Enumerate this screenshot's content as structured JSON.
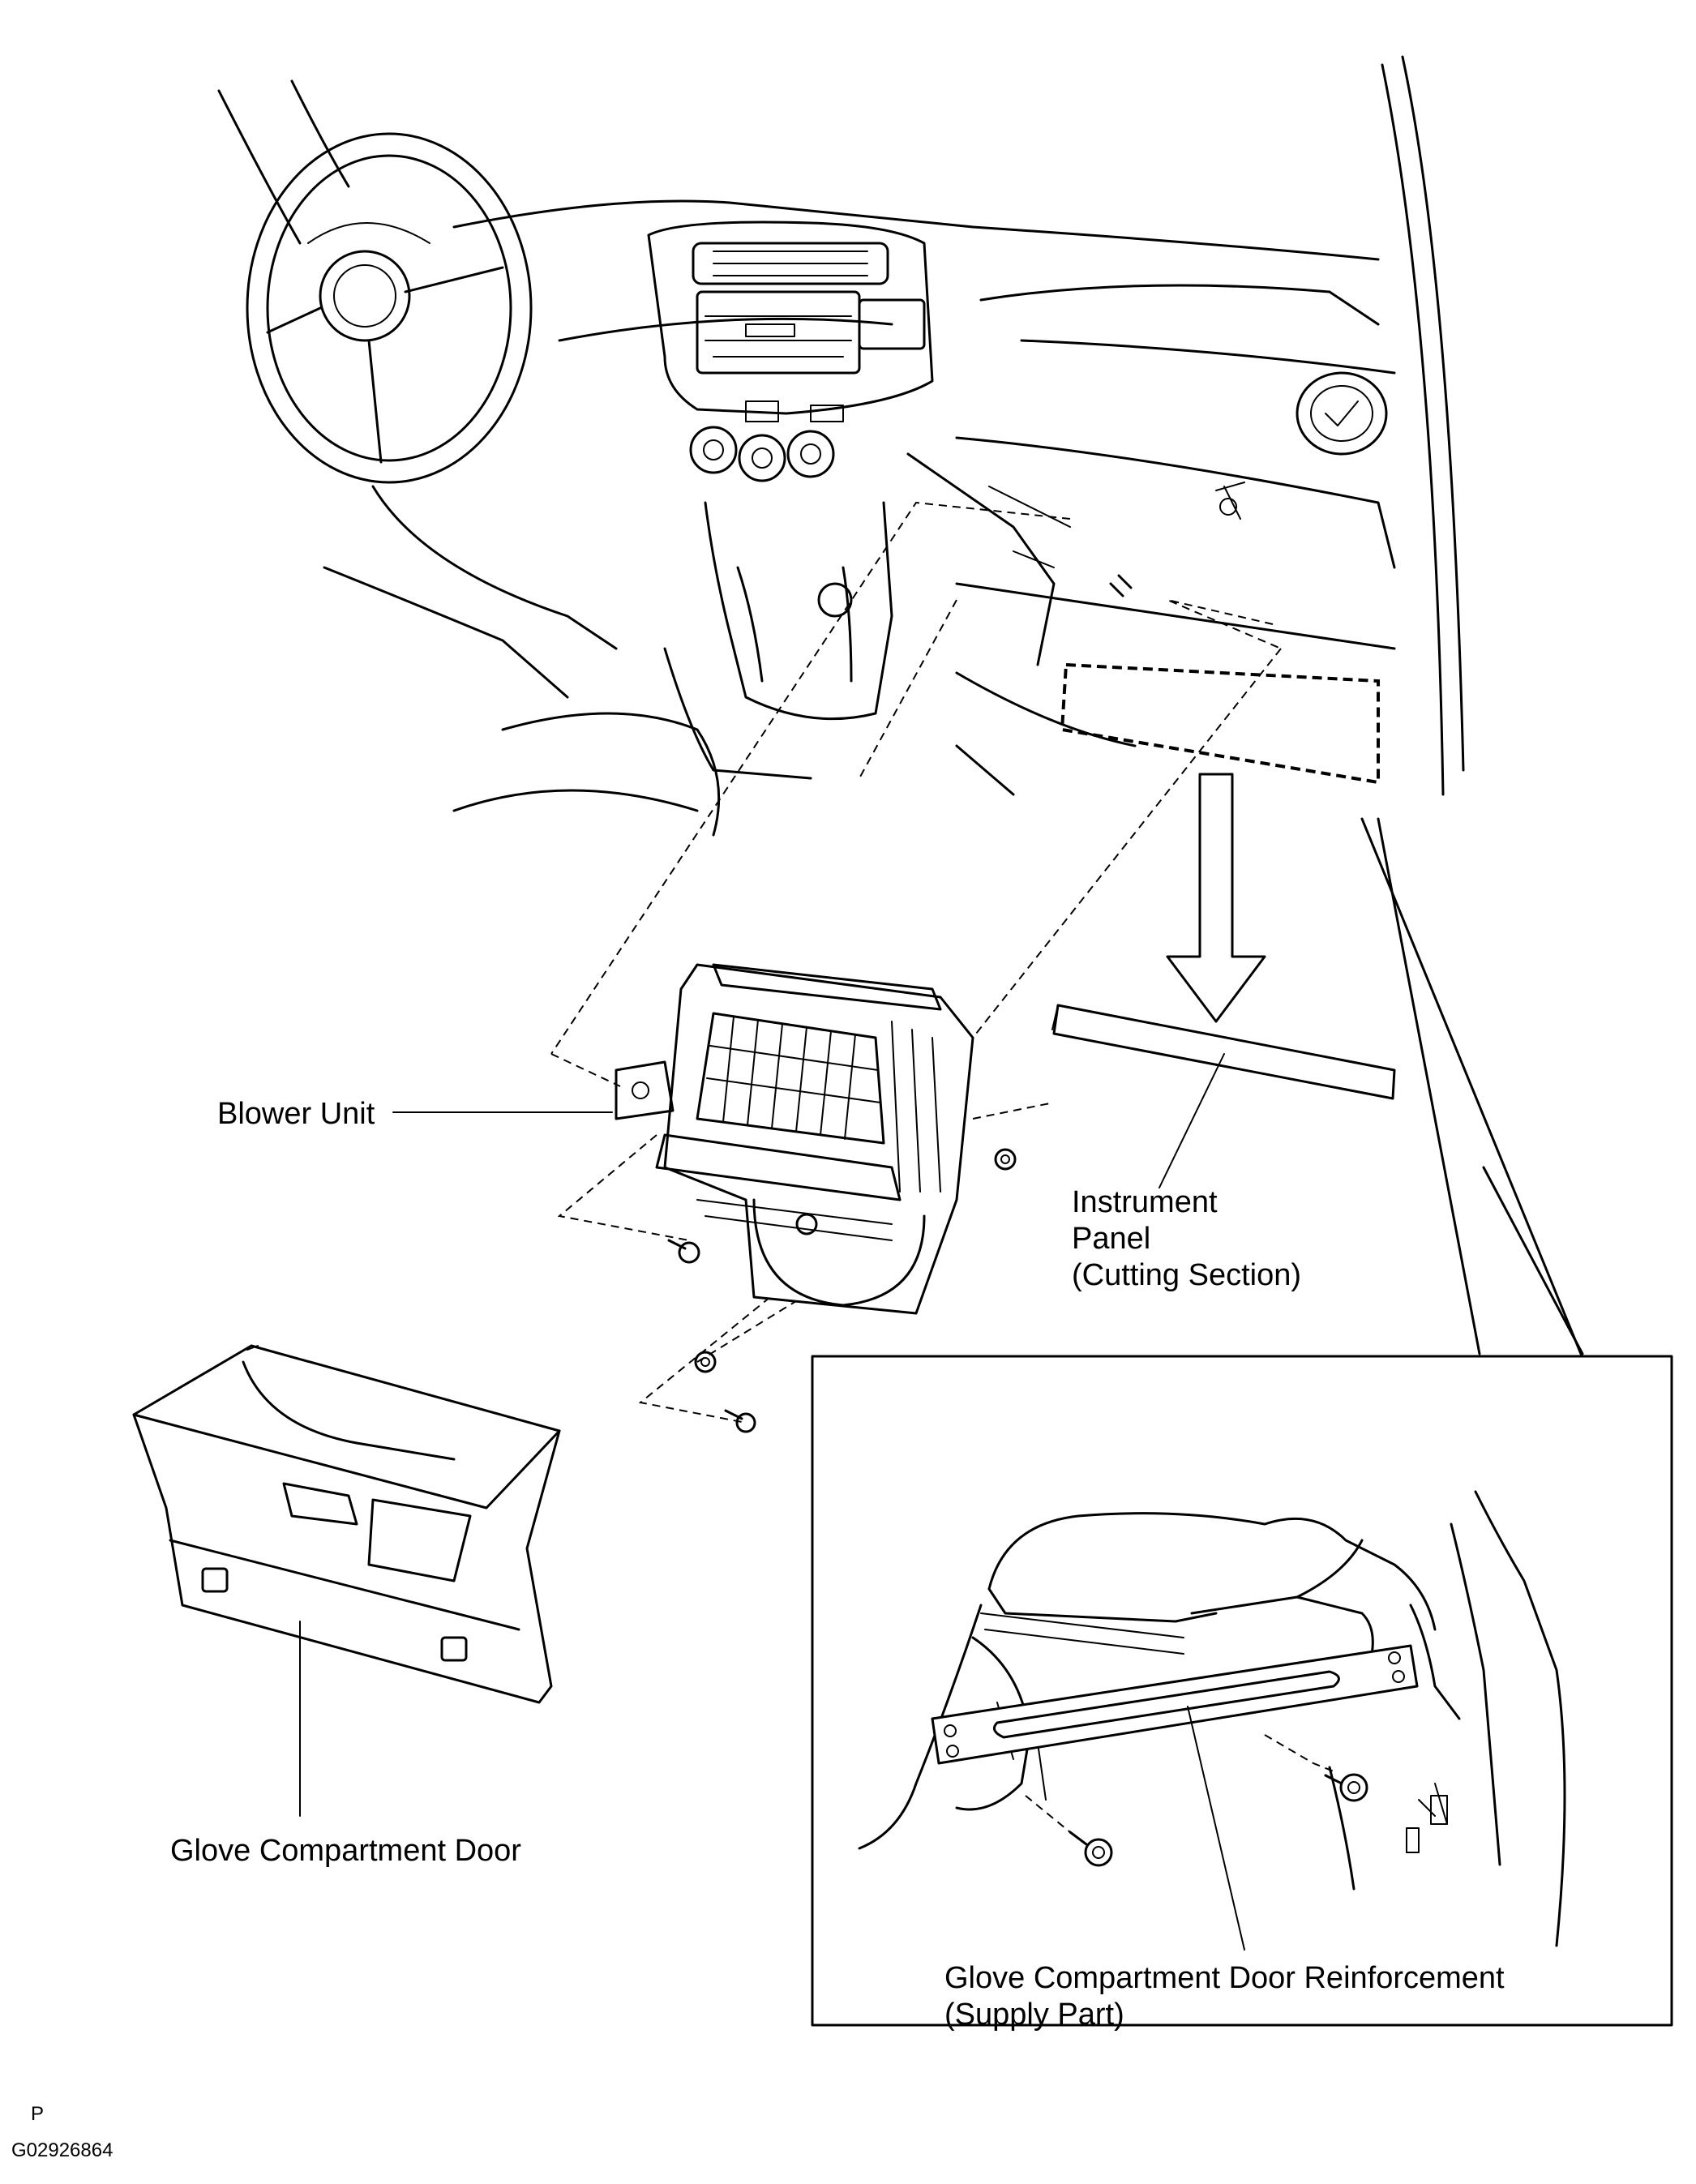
{
  "labels": {
    "blower_unit": "Blower Unit",
    "instrument_panel_line1": "Instrument",
    "instrument_panel_line2": "Panel",
    "instrument_panel_line3": "(Cutting Section)",
    "glove_door": "Glove Compartment Door",
    "reinforcement_line1": "Glove Compartment Door Reinforcement",
    "reinforcement_line2": "(Supply Part)"
  },
  "footer": {
    "code_letter": "P",
    "figure_id": "G02926864"
  }
}
